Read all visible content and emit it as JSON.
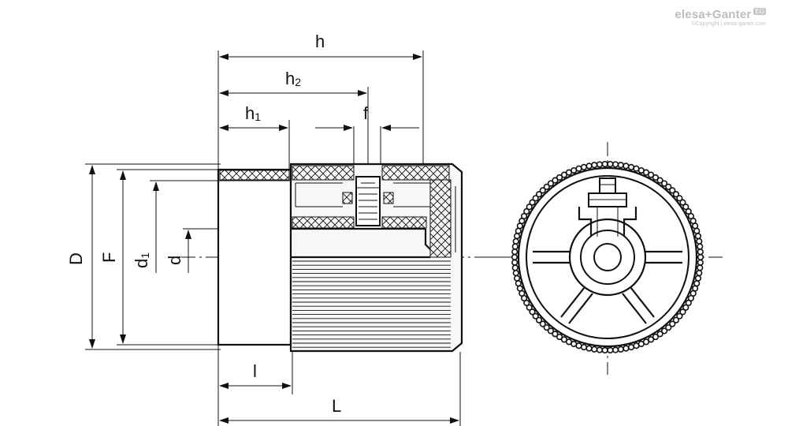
{
  "brand": {
    "name": "elesa+Ganter",
    "mark": "EG",
    "copyright": "©Copyright | elesa-ganter.com"
  },
  "dimensions": {
    "h": "h",
    "h2_main": "h",
    "h2_sub": "2",
    "h1_main": "h",
    "h1_sub": "1",
    "f": "f",
    "D": "D",
    "F": "F",
    "d1_main": "d",
    "d1_sub": "1",
    "d": "d",
    "l": "l",
    "L": "L"
  },
  "icons": {
    "section_hatch": "cross-hatch-pattern",
    "knurl": "knurled-rim",
    "grub_screw": "set-screw-icon"
  }
}
